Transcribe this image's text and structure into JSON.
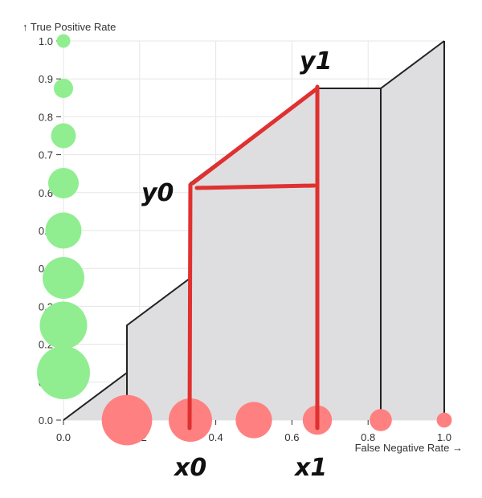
{
  "chart_data": {
    "type": "area",
    "x_label": "False Negative Rate →",
    "y_label": "↑ True Positive Rate",
    "x_ticks": [
      "0.0",
      "0.2",
      "0.4",
      "0.6",
      "0.8",
      "1.0"
    ],
    "y_ticks": [
      "0.0",
      "0.1",
      "0.2",
      "0.3",
      "0.4",
      "0.5",
      "0.6",
      "0.7",
      "0.8",
      "0.9",
      "1.0"
    ],
    "xlim": [
      0,
      1
    ],
    "ylim": [
      0,
      1
    ],
    "grid": true,
    "curve": {
      "fill_color": "#dedee0",
      "line_color": "#222222",
      "points": [
        [
          0.0,
          0.0
        ],
        [
          0.1667,
          0.125
        ],
        [
          0.1667,
          0.25
        ],
        [
          0.3333,
          0.375
        ],
        [
          0.3333,
          0.625
        ],
        [
          0.6667,
          0.875
        ],
        [
          0.8333,
          0.875
        ],
        [
          1.0,
          1.0
        ]
      ]
    },
    "vertical_drops": [
      0.1667,
      0.3333,
      0.6667,
      0.8333,
      1.0
    ],
    "green_bubbles": {
      "color": "#90ee90",
      "x": 0.0,
      "points": [
        {
          "y": 1.0,
          "size": 1
        },
        {
          "y": 0.875,
          "size": 2
        },
        {
          "y": 0.75,
          "size": 3
        },
        {
          "y": 0.625,
          "size": 4
        },
        {
          "y": 0.5,
          "size": 5
        },
        {
          "y": 0.375,
          "size": 6
        },
        {
          "y": 0.25,
          "size": 7
        },
        {
          "y": 0.125,
          "size": 8
        }
      ]
    },
    "red_bubbles": {
      "color": "#ff8080",
      "y": 0.0,
      "points": [
        {
          "x": 0.1667,
          "size": 6
        },
        {
          "x": 0.3333,
          "size": 5
        },
        {
          "x": 0.5,
          "size": 4
        },
        {
          "x": 0.6667,
          "size": 3
        },
        {
          "x": 0.8333,
          "size": 2
        },
        {
          "x": 1.0,
          "size": 1
        }
      ]
    },
    "annotations": {
      "color": "#e03030",
      "x0": 0.3333,
      "y0": 0.625,
      "x1": 0.6667,
      "y1": 0.875,
      "labels": {
        "x0": "x0",
        "x1": "x1",
        "y0": "y0",
        "y1": "y1"
      }
    }
  }
}
